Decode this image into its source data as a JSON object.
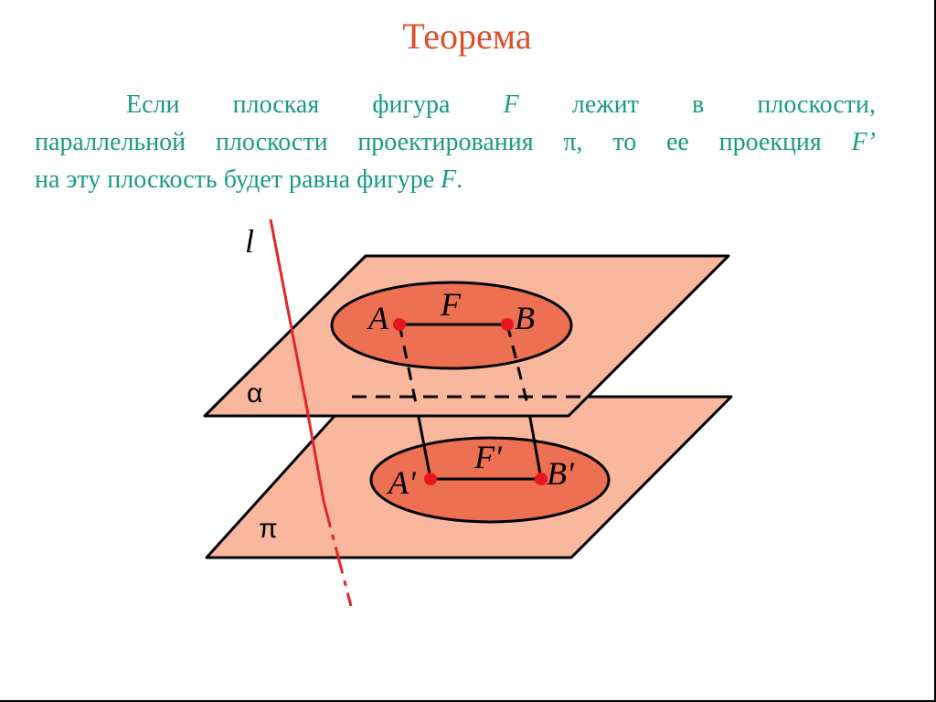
{
  "title": "Теорема",
  "theorem": {
    "line1": "Если плоская фигура F лежит в плоскости,",
    "line2": "параллельной плоскости проектирования π, то ее проекция F’",
    "line3": "на эту плоскость будет равна фигуре F."
  },
  "diagram": {
    "line_label": "l",
    "plane_alpha_label": "α",
    "plane_pi_label": "π",
    "figure_label": "F",
    "projection_label": "F'",
    "point_a": "A",
    "point_b": "B",
    "point_a_prime": "A'",
    "point_b_prime": "B'",
    "colors": {
      "plane_fill": "#f9b89e",
      "ellipse_fill": "#ed7052",
      "line_red": "#e3262b",
      "point_red": "#e8171f",
      "title": "#d9512c",
      "text": "#1a9a86"
    }
  }
}
